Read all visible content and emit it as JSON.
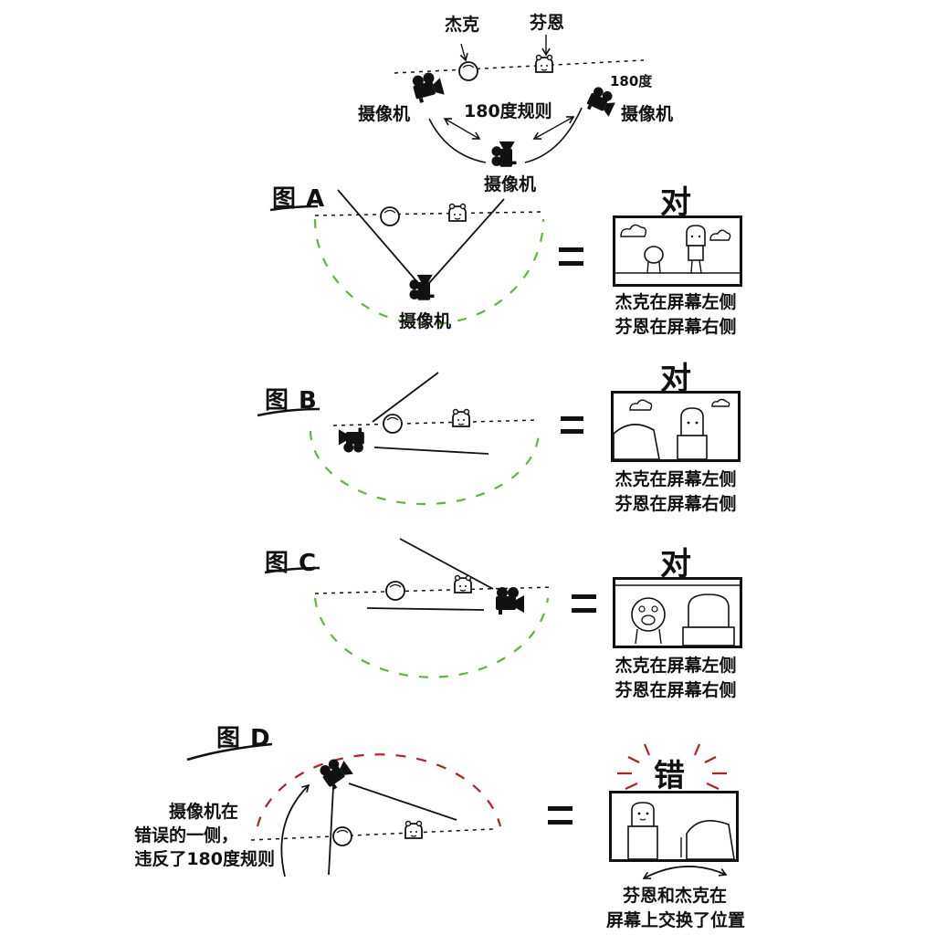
{
  "top": {
    "jake_label": "杰克",
    "finn_label": "芬恩",
    "camera_left": "摄像机",
    "camera_right": "摄像机",
    "camera_bottom": "摄像机",
    "rule_label": "180度规则",
    "rule_line_label": "180度"
  },
  "figures": [
    {
      "title": "图 A",
      "camera_label": "摄像机",
      "verdict": "对",
      "caption_line1": "杰克在屏幕左侧",
      "caption_line2": "芬恩在屏幕右侧"
    },
    {
      "title": "图 B",
      "verdict": "对",
      "caption_line1": "杰克在屏幕左侧",
      "caption_line2": "芬恩在屏幕右侧"
    },
    {
      "title": "图 C",
      "verdict": "对",
      "caption_line1": "杰克在屏幕左侧",
      "caption_line2": "芬恩在屏幕右侧"
    },
    {
      "title": "图 D",
      "side_note_line1": "摄像机在",
      "side_note_line2": "错误的一侧，",
      "side_note_line3": "违反了180度规则",
      "verdict": "错",
      "caption_line1": "芬恩和杰克在",
      "caption_line2": "屏幕上交换了位置"
    }
  ],
  "colors": {
    "ink": "#111111",
    "correct_arc": "#5cb83a",
    "wrong_arc": "#b81e1e"
  },
  "icons": [
    "camera-icon",
    "jake-icon",
    "finn-icon",
    "cloud-icon",
    "swap-arrow-icon",
    "burst-icon"
  ]
}
